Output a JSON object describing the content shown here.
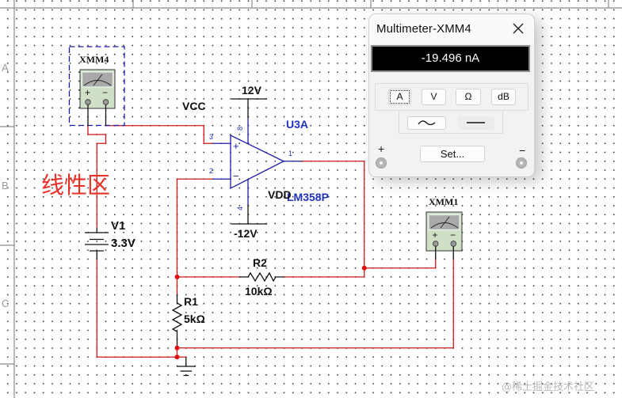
{
  "frame": {
    "row_labels": [
      "A",
      "B",
      "C"
    ]
  },
  "annotation": {
    "text": "线性区",
    "color": "#e83228"
  },
  "components": {
    "xmm4": {
      "label": "XMM4"
    },
    "xmm1": {
      "label": "XMM1"
    },
    "opamp": {
      "ref": "U3A",
      "part": "LM358P",
      "pins": {
        "noninverting": "3",
        "inverting": "2",
        "output": "1",
        "vpos": "8",
        "vneg": "4"
      }
    },
    "vcc": {
      "net": "VCC",
      "value": "12V"
    },
    "vdd": {
      "net": "VDD",
      "value": "-12V"
    },
    "v1": {
      "ref": "V1",
      "value": "3.3V"
    },
    "r1": {
      "ref": "R1",
      "value": "5kΩ"
    },
    "r2": {
      "ref": "R2",
      "value": "10kΩ"
    }
  },
  "colors": {
    "wire": "#d01818",
    "component_blue": "#1c1ca8",
    "label_blue": "#2233bb",
    "instrument_body": "#cfe0c6"
  },
  "multimeter": {
    "title": "Multimeter-XMM4",
    "close_icon": "close-icon",
    "reading": "-19.496 nA",
    "function_buttons": [
      {
        "label": "A",
        "selected": true
      },
      {
        "label": "V",
        "selected": false
      },
      {
        "label": "Ω",
        "selected": false
      },
      {
        "label": "dB",
        "selected": false
      }
    ],
    "mode_buttons": [
      {
        "name": "AC",
        "icon": "sine-wave-icon",
        "selected": false
      },
      {
        "name": "DC",
        "icon": "dc-line-icon",
        "selected": true
      }
    ],
    "set_label": "Set...",
    "plus_label": "+",
    "minus_label": "−"
  },
  "watermark": "@稀土掘金技术社区"
}
